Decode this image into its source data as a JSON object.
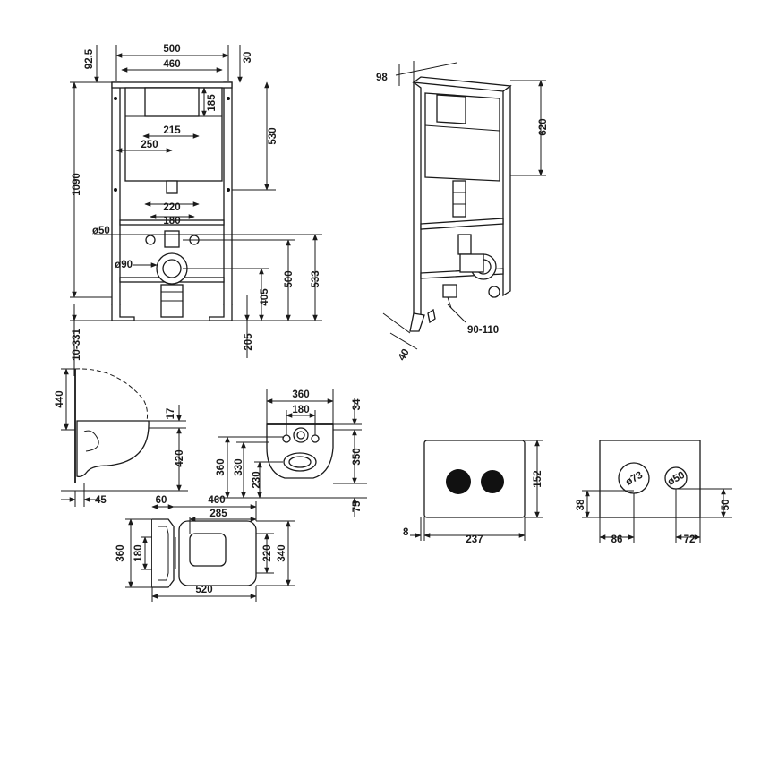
{
  "colors": {
    "line": "#1a1a1a",
    "background": "#ffffff"
  },
  "frame_front": {
    "width_outer": "500",
    "width_inner": "460",
    "top_offset": "92.5",
    "top_right": "30",
    "cistern_height": "185",
    "cistern_width": "215",
    "cistern_offset": "250",
    "cistern_depth": "530",
    "total_height": "1090",
    "pipe_outer": "220",
    "pipe_inner": "180",
    "small_diameter": "ø50",
    "large_diameter": "ø90",
    "height_500": "500",
    "height_533": "533",
    "height_405": "405",
    "floor_205": "205",
    "foot_range": "10-331"
  },
  "frame_iso": {
    "depth_top": "98",
    "height_620": "620",
    "depth_bottom": "40",
    "pipe_range": "90-110"
  },
  "bowl_side": {
    "height_440": "440",
    "gap_17": "17",
    "height_420": "420",
    "offset_45": "45"
  },
  "bowl_back": {
    "width_360": "360",
    "width_180": "180",
    "top_34": "34",
    "height_360": "360",
    "height_330": "330",
    "height_230": "230",
    "height_350": "350",
    "bottom_75": "75"
  },
  "bowl_top": {
    "depth_60": "60",
    "length_460": "460",
    "inner_285": "285",
    "width_360": "360",
    "width_180": "180",
    "width_220": "220",
    "width_340": "340",
    "total_520": "520"
  },
  "flush_plate": {
    "thickness": "8",
    "width": "237",
    "height": "152"
  },
  "flush_plate_holes": {
    "large_diameter": "ø73",
    "small_diameter": "ø50",
    "height_38": "38",
    "height_50": "50",
    "offset_86": "86",
    "offset_72": "72"
  }
}
